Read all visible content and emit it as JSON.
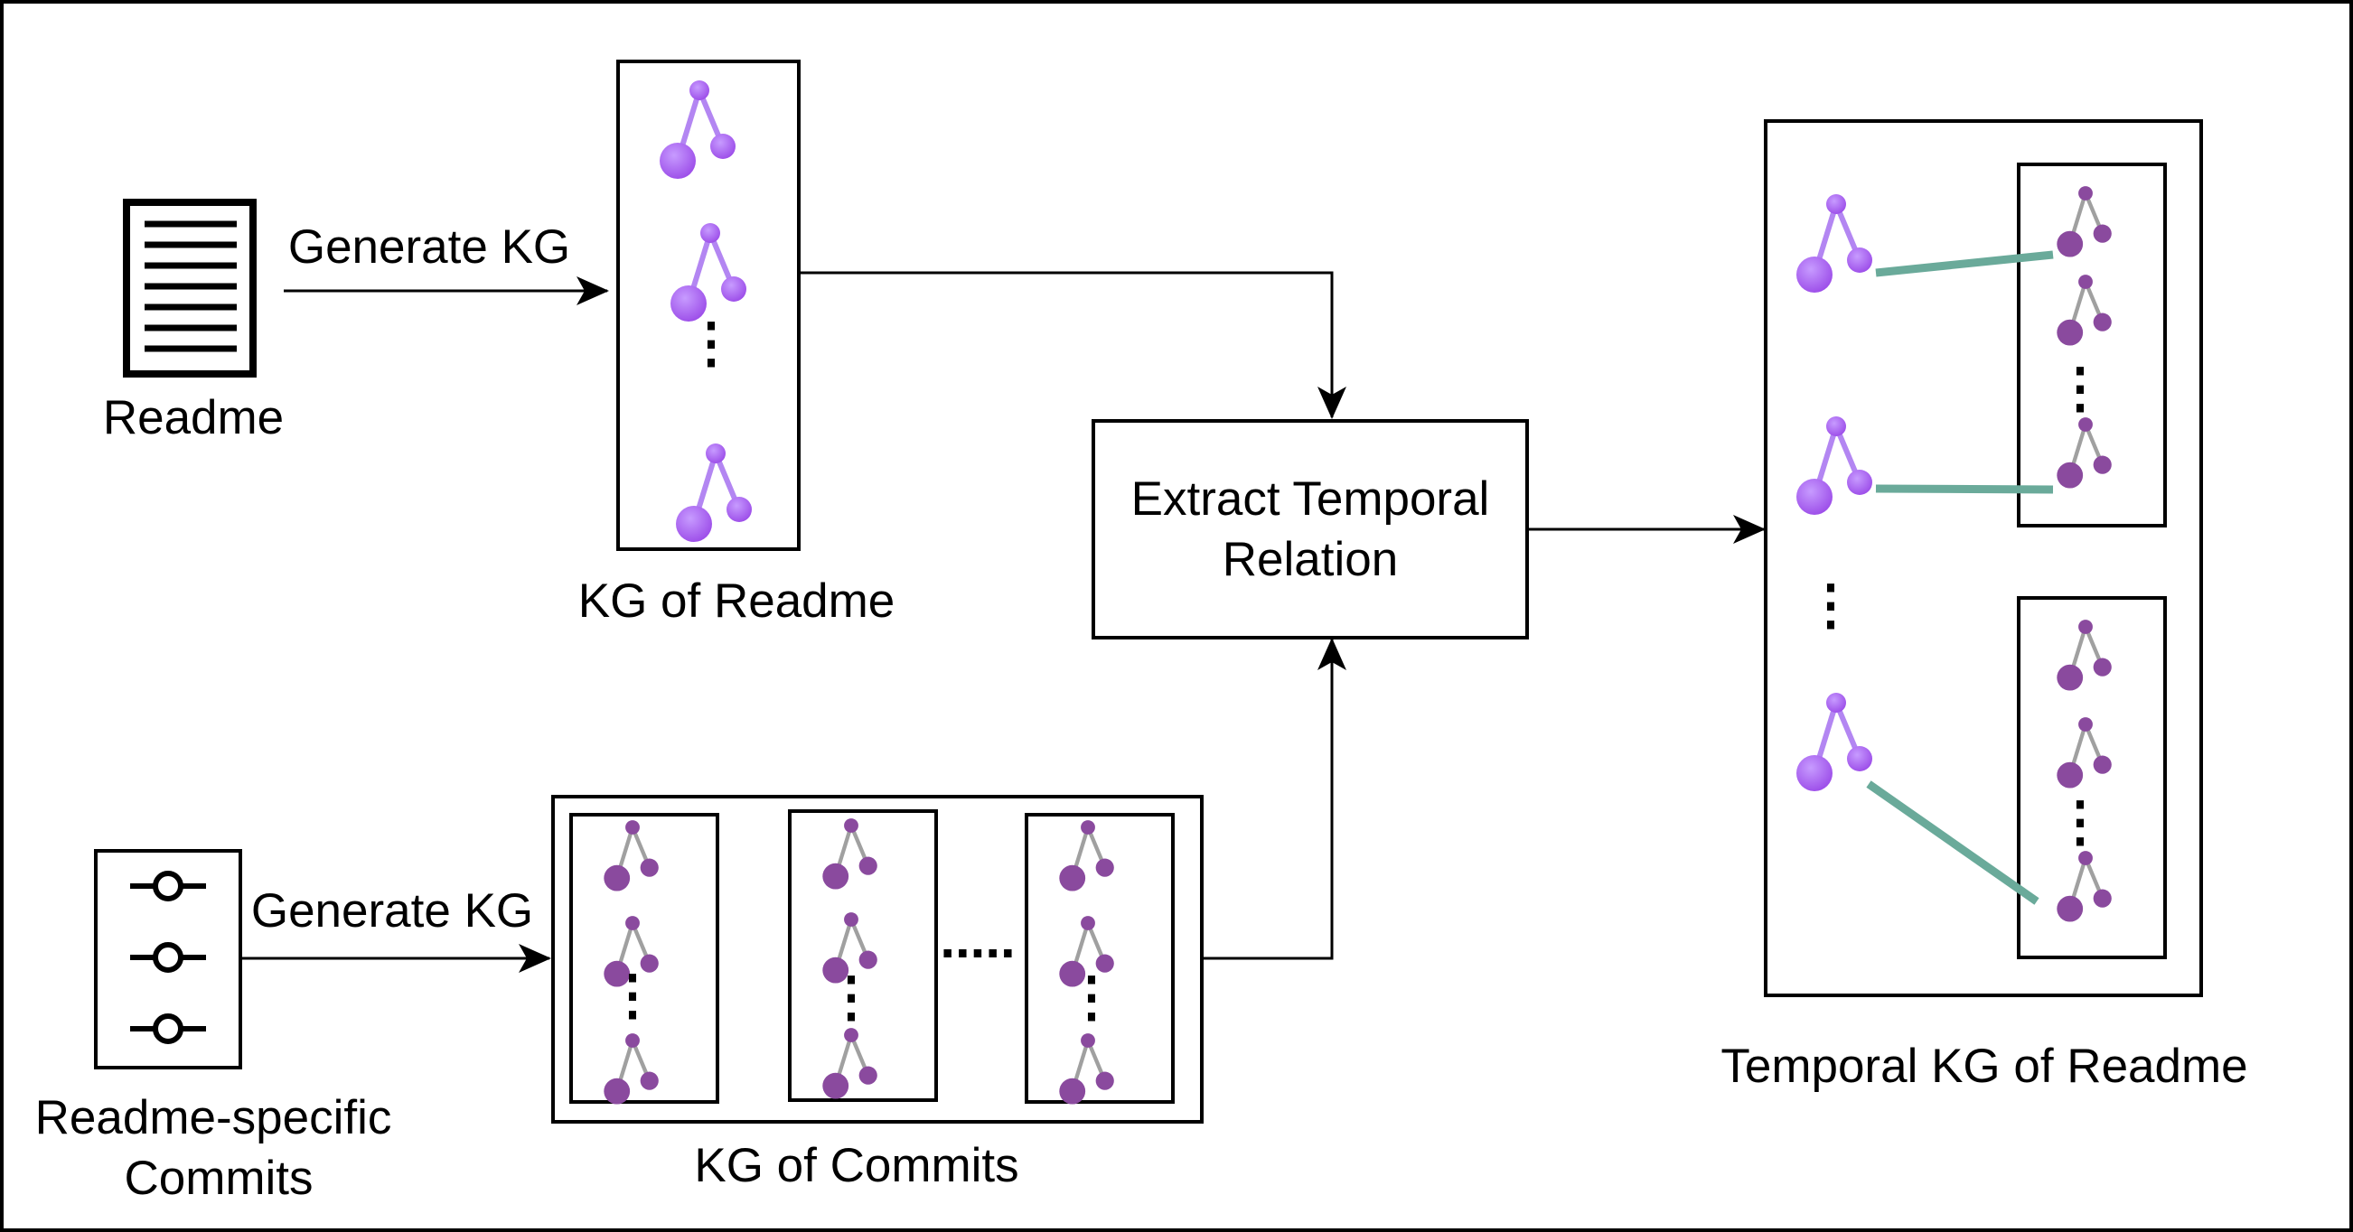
{
  "labels": {
    "readme": "Readme",
    "generate_kg_top": "Generate KG",
    "kg_of_readme": "KG of Readme",
    "extract_line1": "Extract Temporal",
    "extract_line2": "Relation",
    "temporal_kg": "Temporal KG of Readme",
    "commits_line1": "Readme-specific",
    "commits_line2": "Commits",
    "generate_kg_bottom": "Generate KG",
    "kg_of_commits": "KG of Commits"
  },
  "colors": {
    "readme_node": "#a259f0",
    "readme_edge": "#b386f2",
    "commit_node": "#8a4a9e",
    "commit_edge": "#a0a0a0",
    "temporal_link": "#6aaa9a",
    "stroke": "#000000"
  },
  "icons": {
    "readme": "document-lines-icon",
    "commits": "commit-nodes-icon",
    "subgraph": "tree-graph-icon"
  }
}
